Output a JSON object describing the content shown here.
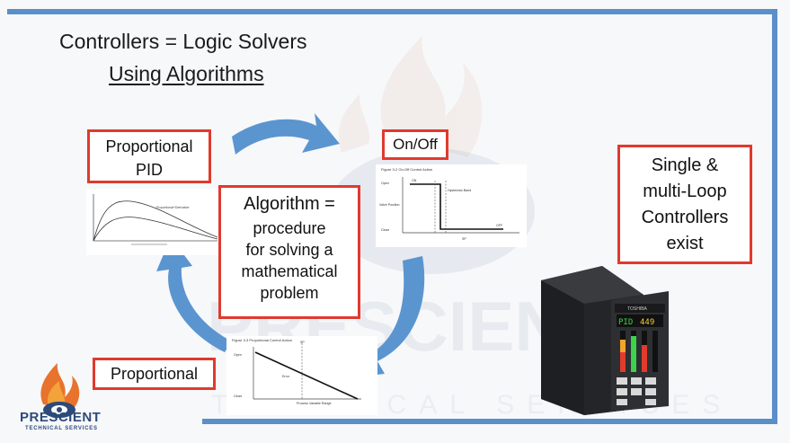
{
  "slide": {
    "title": "Controllers = Logic Solvers",
    "subtitle": "Using Algorithms"
  },
  "boxes": {
    "pid_line1": "Proportional",
    "pid_line2": "PID",
    "onoff": "On/Off",
    "proportional": "Proportional",
    "algorithm_line1": "Algorithm =",
    "algorithm_line2": "procedure",
    "algorithm_line3": "for solving a",
    "algorithm_line4": "mathematical",
    "algorithm_line5": "problem",
    "single_line1": "Single &",
    "single_line2": "multi-Loop",
    "single_line3": "Controllers",
    "single_line4": "exist"
  },
  "figures": {
    "onoff_caption": "Figure 3-2    On-Off Control Action",
    "onoff_open": "Open",
    "onoff_valve": "Valve Position",
    "onoff_close": "Close",
    "onoff_on": "ON",
    "onoff_off": "OFF",
    "onoff_sp": "SP",
    "onoff_band": "Hysteresis Band",
    "prop_caption": "Figure 3-3    Proportional Control Action",
    "prop_open": "Open",
    "prop_close": "Close",
    "prop_sp": "SP",
    "prop_error": "Error",
    "prop_band": "Process Variable Range",
    "pid_caption": "Proportional+Derivative"
  },
  "device": {
    "brand": "TOSHIBA",
    "pv_display": "PID",
    "sv_display": "449"
  },
  "logo": {
    "name": "PRESCIENT",
    "tagline": "TECHNICAL SERVICES"
  },
  "colors": {
    "accent_red": "#e03a2e",
    "arrow_blue": "#5b95d0",
    "frame_blue": "#5b8fc8"
  }
}
